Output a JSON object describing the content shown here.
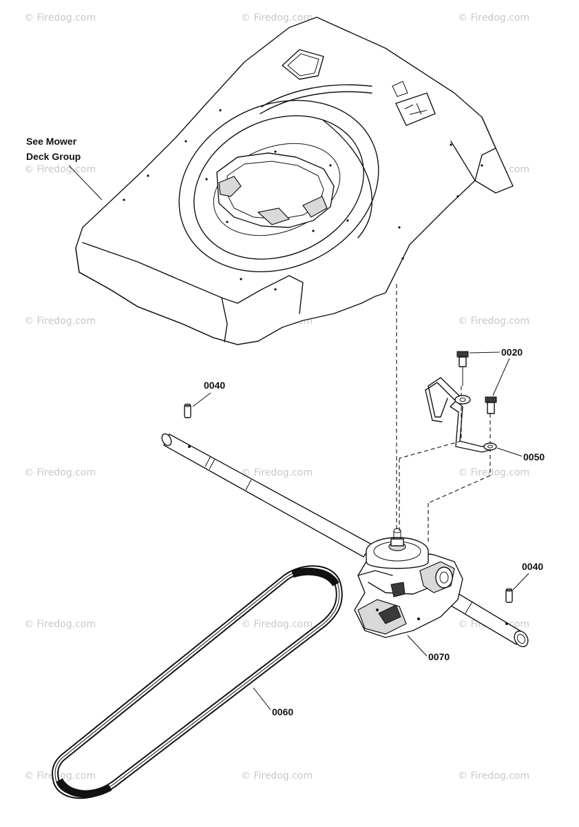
{
  "note": {
    "line1": "See Mower",
    "line2": "Deck Group"
  },
  "callouts": {
    "bolt": "0020",
    "pin_left": "0040",
    "pin_right": "0040",
    "bracket": "0050",
    "belt": "0060",
    "transmission": "0070"
  },
  "watermark": "© Firedog.com",
  "icons": {
    "deck": "mower-deck",
    "axle": "drive-axle",
    "transmission": "transmission-gearbox",
    "belt": "drive-belt",
    "bracket": "shift-bracket",
    "bolt": "shoulder-bolt",
    "pin": "roll-pin"
  }
}
